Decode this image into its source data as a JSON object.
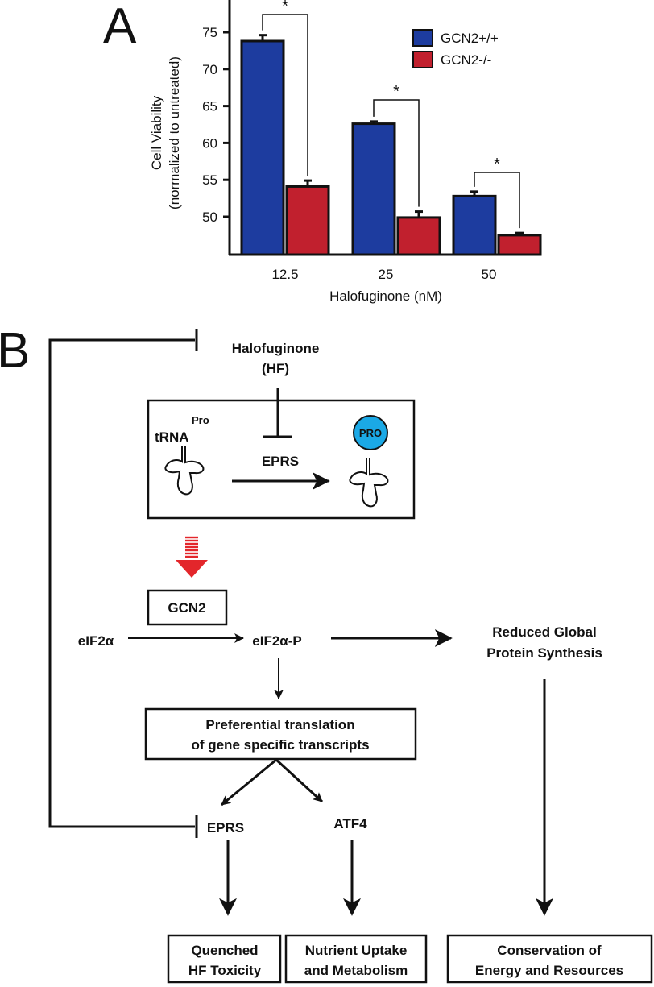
{
  "panel_a": {
    "letter": "A",
    "chart_data": {
      "type": "bar",
      "categories": [
        "12.5",
        "25",
        "50"
      ],
      "series": [
        {
          "name": "GCN2+/+",
          "color": "#1d3c9f",
          "values": [
            73.8,
            62.6,
            52.8
          ],
          "errors": [
            0.8,
            0.3,
            0.6
          ]
        },
        {
          "name": "GCN2-/-",
          "color": "#c1202e",
          "values": [
            54.1,
            49.9,
            47.5
          ],
          "errors": [
            0.8,
            0.8,
            0.3
          ]
        }
      ],
      "xlabel": "Halofuginone (nM)",
      "ylabel_line1": "Cell Viability",
      "ylabel_line2": "(normalized to untreated)",
      "yticks": [
        "50",
        "55",
        "60",
        "65",
        "70",
        "75"
      ],
      "ylim": [
        45,
        80
      ],
      "significance": [
        "*",
        "*",
        "*"
      ],
      "legend_position": "top-right",
      "grid": false
    }
  },
  "panel_b": {
    "letter": "B",
    "hf_line1": "Halofuginone",
    "hf_line2": "(HF)",
    "trna": "tRNA",
    "trna_sup": "Pro",
    "eprs_enzyme": "EPRS",
    "pro_badge": "PRO",
    "pro_color": "#1ba9e6",
    "stress_arrow_color": "#e3262b",
    "gcn2": "GCN2",
    "eif2a": "eIF2α",
    "eif2ap": "eIF2α-P",
    "reduced_line1": "Reduced Global",
    "reduced_line2": "Protein Synthesis",
    "pref_line1": "Preferential translation",
    "pref_line2": "of gene specific transcripts",
    "eprs": "EPRS",
    "atf4": "ATF4",
    "quenched_line1": "Quenched",
    "quenched_line2": "HF Toxicity",
    "nutrient_line1": "Nutrient Uptake",
    "nutrient_line2": "and Metabolism",
    "conservation_line1": "Conservation of",
    "conservation_line2": "Energy and Resources"
  }
}
